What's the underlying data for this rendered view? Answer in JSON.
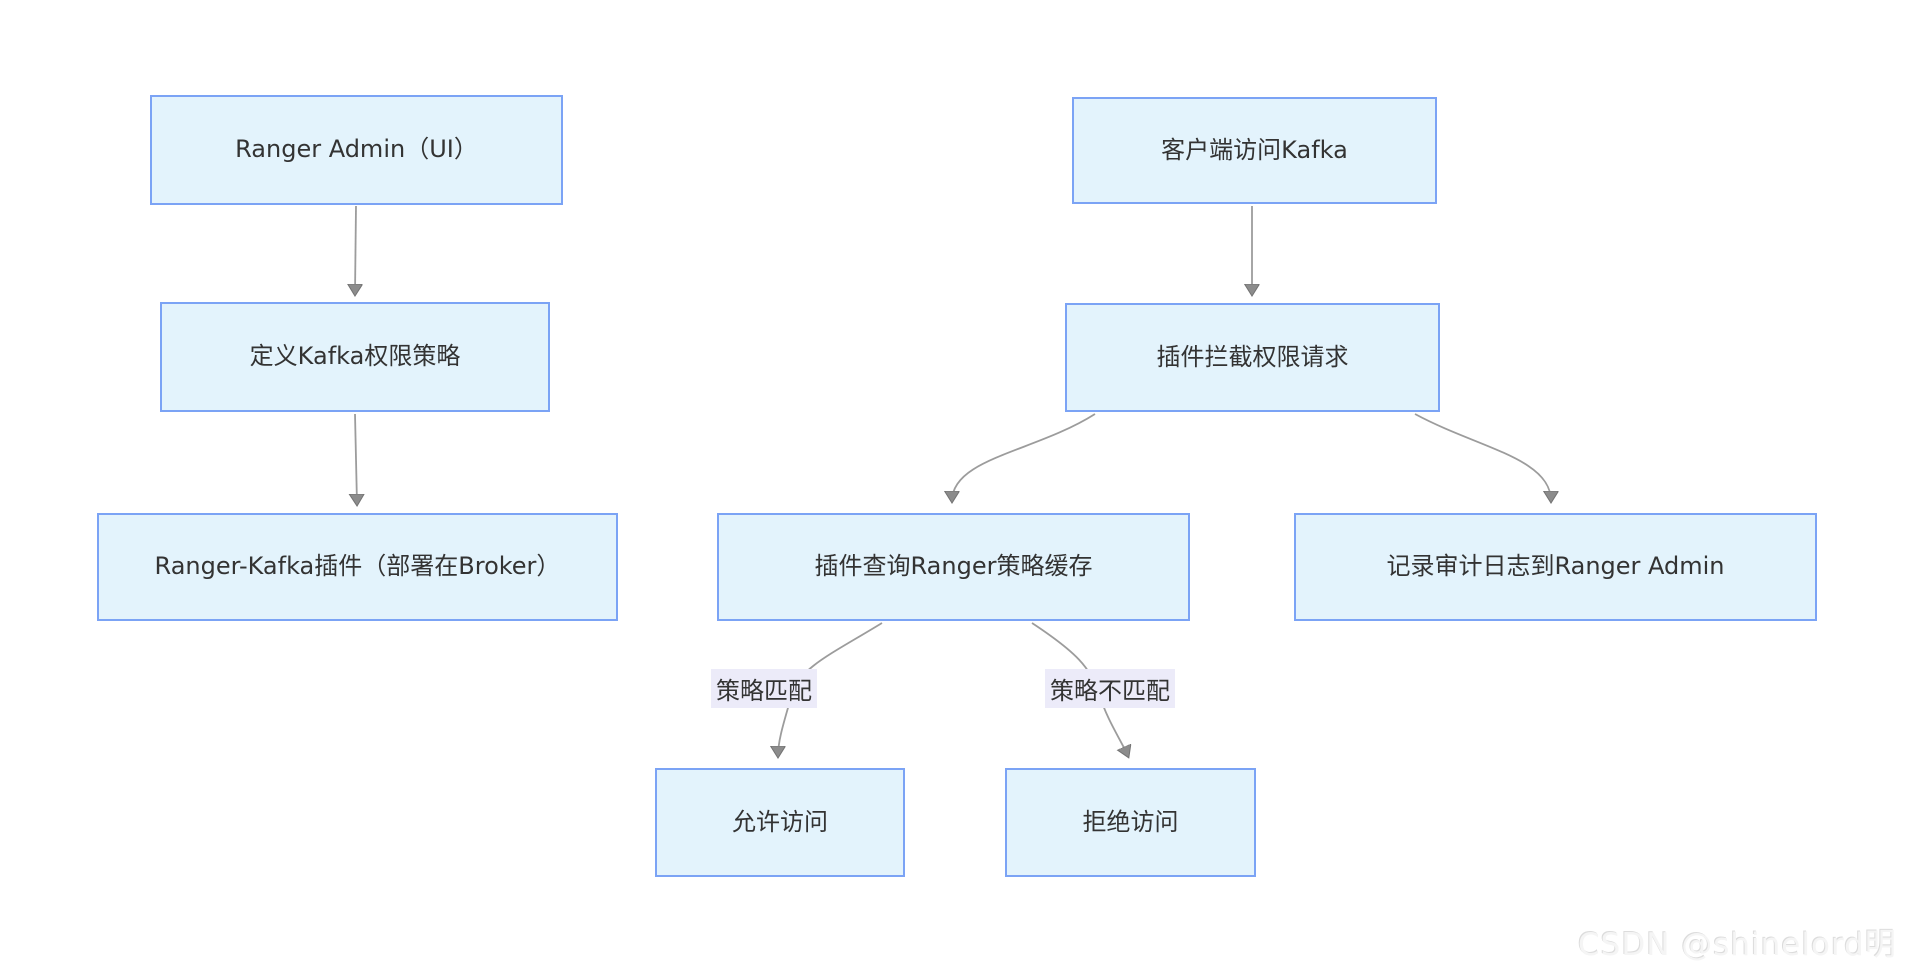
{
  "diagram": {
    "nodes": [
      {
        "id": "ranger-admin",
        "label": "Ranger Admin（UI）"
      },
      {
        "id": "define-policy",
        "label": "定义Kafka权限策略"
      },
      {
        "id": "ranger-kafka-plugin",
        "label": "Ranger-Kafka插件（部署在Broker）"
      },
      {
        "id": "client-access",
        "label": "客户端访问Kafka"
      },
      {
        "id": "plugin-intercept",
        "label": "插件拦截权限请求"
      },
      {
        "id": "plugin-query-cache",
        "label": "插件查询Ranger策略缓存"
      },
      {
        "id": "audit-log",
        "label": "记录审计日志到Ranger Admin"
      },
      {
        "id": "allow-access",
        "label": "允许访问"
      },
      {
        "id": "deny-access",
        "label": "拒绝访问"
      }
    ],
    "edge_labels": [
      {
        "id": "policy-match",
        "label": "策略匹配"
      },
      {
        "id": "policy-no-match",
        "label": "策略不匹配"
      }
    ],
    "colors": {
      "node_fill": "#e3f3fc",
      "node_border": "#7ba3f5",
      "edge": "#9c9c9c",
      "edge_label_bg": "#ecebf9",
      "text": "#333333"
    }
  },
  "watermark": {
    "text": "CSDN @shinelord明"
  }
}
